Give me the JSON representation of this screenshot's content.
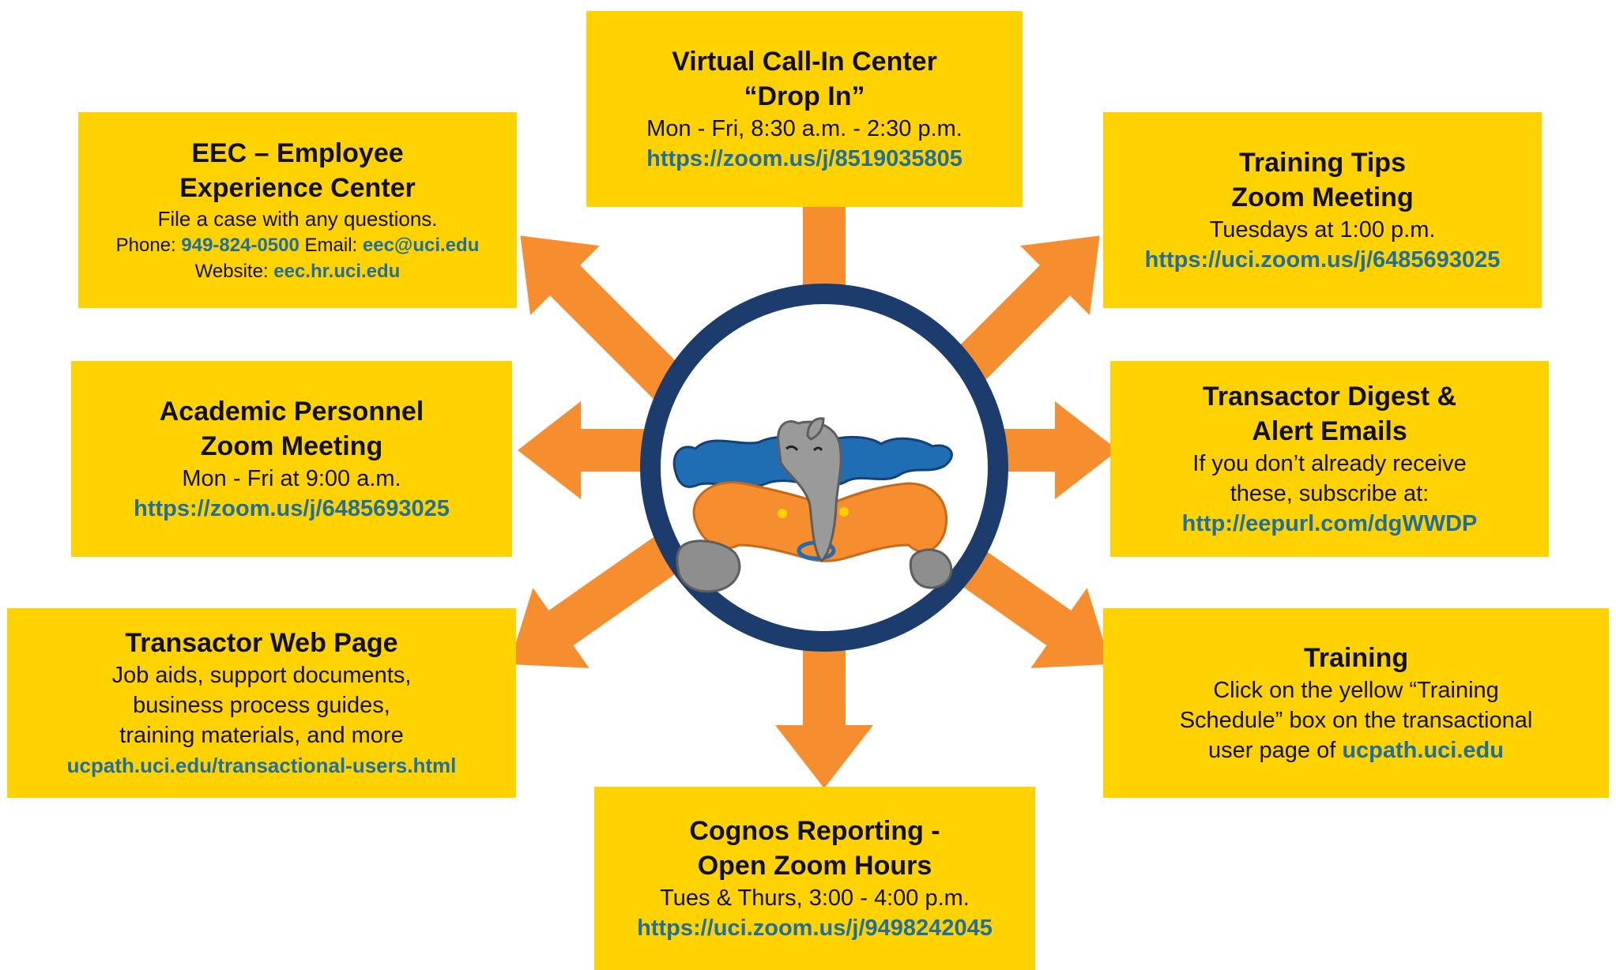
{
  "colors": {
    "box_background": "#FFD200",
    "arrow": "#F68D2E",
    "ring": "#1C3C6E",
    "link": "#1F6E9B",
    "text": "#111111"
  },
  "center_icon": "anteater-mascot-icon",
  "boxes": {
    "virtual_call_in": {
      "title1": "Virtual Call-In Center",
      "title2": "“Drop In”",
      "line1": "Mon - Fri, 8:30 a.m. - 2:30 p.m.",
      "link": "https://zoom.us/j/8519035805"
    },
    "eec": {
      "title1": "EEC – Employee",
      "title2": "Experience Center",
      "line1": "File a case with any questions.",
      "phone_label": "Phone:",
      "phone": "949-824-0500",
      "email_label": "Email:",
      "email": "eec@uci.edu",
      "website_label": "Website:",
      "website": "eec.hr.uci.edu"
    },
    "training_tips": {
      "title1": "Training Tips",
      "title2": "Zoom Meeting",
      "line1": "Tuesdays at 1:00 p.m.",
      "link": "https://uci.zoom.us/j/6485693025"
    },
    "academic_personnel": {
      "title1": "Academic Personnel",
      "title2": "Zoom Meeting",
      "line1": "Mon - Fri at 9:00 a.m.",
      "link": "https://zoom.us/j/6485693025"
    },
    "transactor_digest": {
      "title1": "Transactor Digest &",
      "title2": "Alert Emails",
      "line1": "If you don’t already receive",
      "line2": "these, subscribe at:",
      "link": "http://eepurl.com/dgWWDP"
    },
    "transactor_web": {
      "title1": "Transactor Web Page",
      "line1": "Job aids, support documents,",
      "line2": "business process guides,",
      "line3": "training materials, and more",
      "link": "ucpath.uci.edu/transactional-users.html"
    },
    "training": {
      "title1": "Training",
      "line1": "Click on the yellow “Training",
      "line2": "Schedule” box on the transactional",
      "line3_prefix": "user page of",
      "link": "ucpath.uci.edu"
    },
    "cognos": {
      "title1": "Cognos Reporting -",
      "title2": "Open Zoom Hours",
      "line1": "Tues & Thurs, 3:00 - 4:00 p.m.",
      "link": "https://uci.zoom.us/j/9498242045"
    }
  }
}
